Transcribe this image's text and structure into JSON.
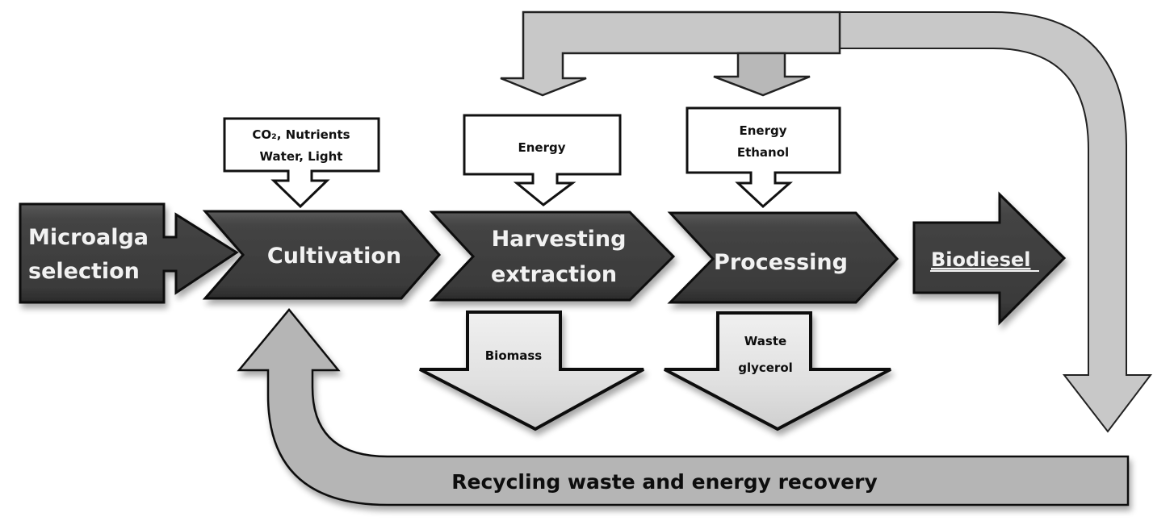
{
  "title": "Microalgae biodiesel production process",
  "colors": {
    "process_fill": "#3c3c3c",
    "process_stroke": "#0a0a0a",
    "process_text": "#f2f2f2",
    "input_box_fill": "#ffffff",
    "output_arrow_fill": "#e2e2e2",
    "return_arrow_fill": "#c8c8c8",
    "small_down_arrow_fill": "#b8b8b8",
    "recycle_arrow_fill": "#b5b5b5"
  },
  "steps": [
    {
      "id": "microalga-selection",
      "lines": [
        "Microalga",
        "selection"
      ]
    },
    {
      "id": "cultivation",
      "lines": [
        "Cultivation"
      ]
    },
    {
      "id": "harvesting-extraction",
      "lines": [
        "Harvesting",
        "extraction"
      ]
    },
    {
      "id": "processing",
      "lines": [
        "Processing"
      ]
    },
    {
      "id": "biodiesel",
      "lines": [
        "Biodiesel"
      ],
      "underlined": true
    }
  ],
  "inputs": [
    {
      "target": "cultivation",
      "lines": [
        "CO₂, Nutrients",
        "Water, Light"
      ]
    },
    {
      "target": "harvesting-extraction",
      "lines": [
        "Energy"
      ]
    },
    {
      "target": "processing",
      "lines": [
        "Energy",
        "Ethanol"
      ]
    }
  ],
  "outputs": [
    {
      "source": "harvesting-extraction",
      "lines": [
        "Biomass"
      ]
    },
    {
      "source": "processing",
      "lines": [
        "Waste",
        "glycerol"
      ]
    }
  ],
  "recycle": {
    "label": "Recycling waste and energy recovery"
  }
}
